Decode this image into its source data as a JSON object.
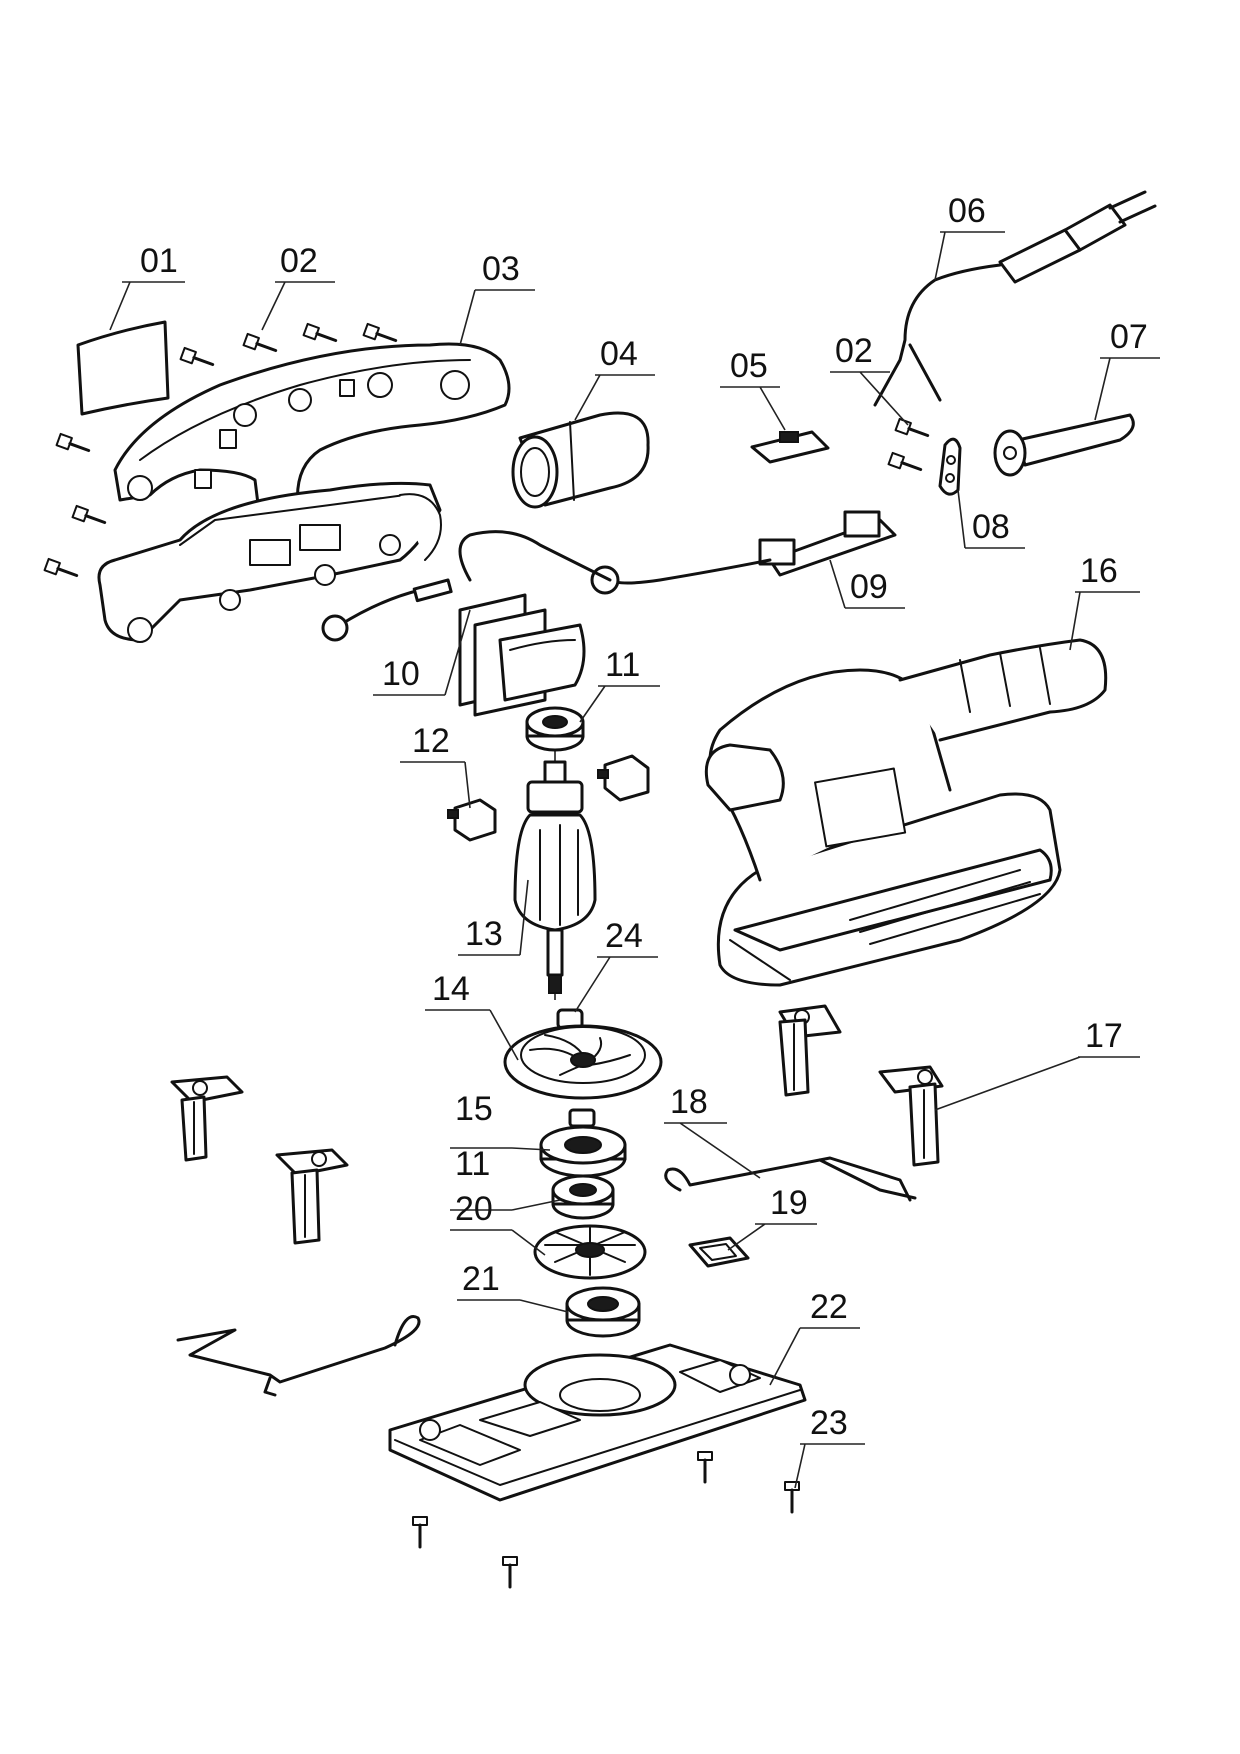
{
  "callouts": {
    "c01": "01",
    "c02a": "02",
    "c03": "03",
    "c04": "04",
    "c05": "05",
    "c02b": "02",
    "c06": "06",
    "c07": "07",
    "c08": "08",
    "c09": "09",
    "c10": "10",
    "c11a": "11",
    "c12": "12",
    "c13": "13",
    "c14": "14",
    "c15": "15",
    "c11b": "11",
    "c16": "16",
    "c17": "17",
    "c18": "18",
    "c19": "19",
    "c20": "20",
    "c21": "21",
    "c22": "22",
    "c23": "23",
    "c24": "24"
  }
}
